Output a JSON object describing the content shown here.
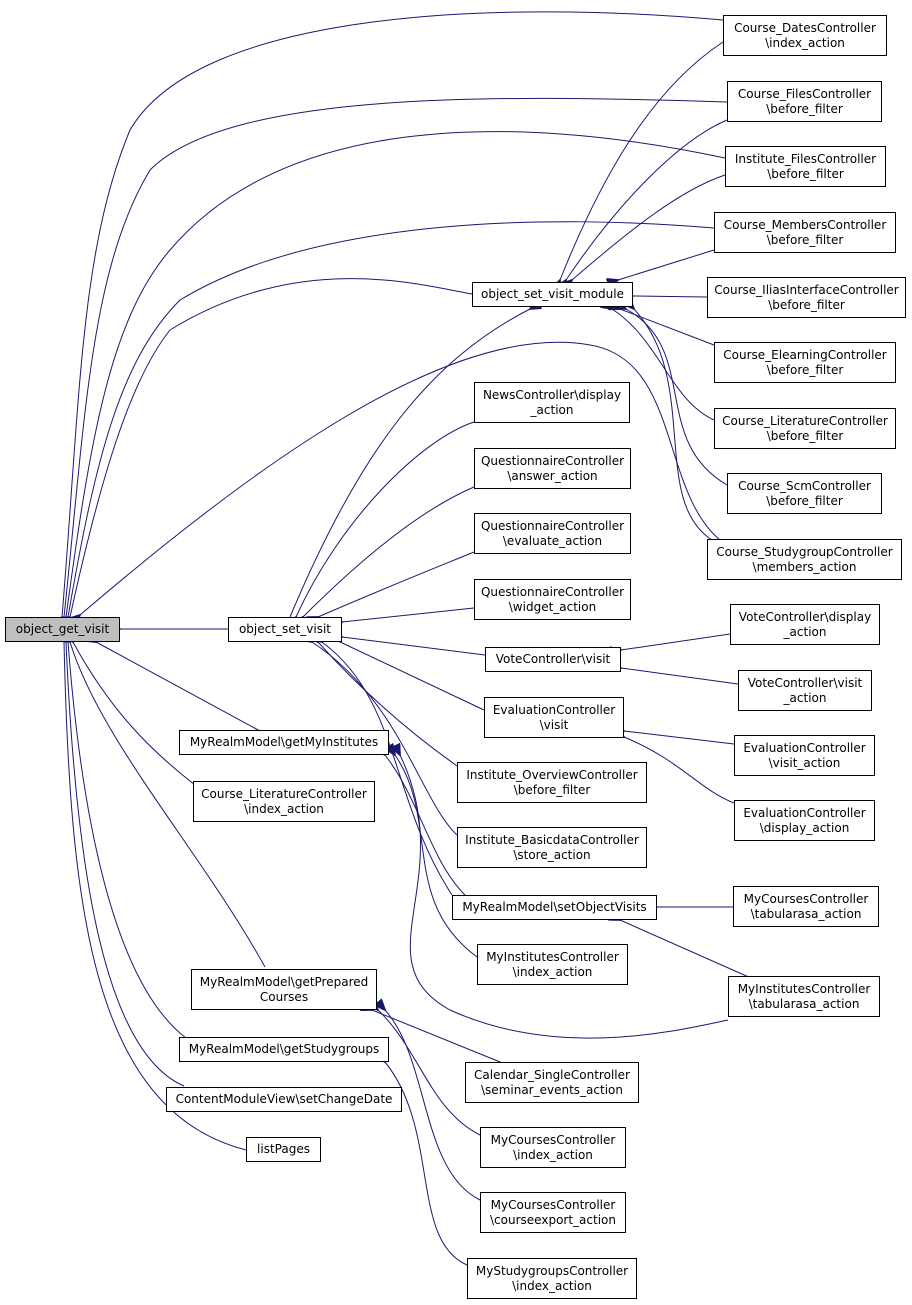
{
  "colors": {
    "edge": "#191970",
    "node_border": "#000000",
    "root_fill": "#bfbfbf",
    "node_fill": "#ffffff"
  },
  "nodes": {
    "object_get_visit": {
      "lines": [
        "object_get_visit"
      ]
    },
    "object_set_visit": {
      "lines": [
        "object_set_visit"
      ]
    },
    "object_set_visit_module": {
      "lines": [
        "object_set_visit_module"
      ]
    },
    "course_dates_index": {
      "lines": [
        "Course_DatesController",
        "\\index_action"
      ]
    },
    "course_files_before": {
      "lines": [
        "Course_FilesController",
        "\\before_filter"
      ]
    },
    "institute_files_before": {
      "lines": [
        "Institute_FilesController",
        "\\before_filter"
      ]
    },
    "course_members_before": {
      "lines": [
        "Course_MembersController",
        "\\before_filter"
      ]
    },
    "course_ilias_before": {
      "lines": [
        "Course_IliasInterfaceController",
        "\\before_filter"
      ]
    },
    "course_elearning_before": {
      "lines": [
        "Course_ElearningController",
        "\\before_filter"
      ]
    },
    "course_literature_before": {
      "lines": [
        "Course_LiteratureController",
        "\\before_filter"
      ]
    },
    "course_scm_before": {
      "lines": [
        "Course_ScmController",
        "\\before_filter"
      ]
    },
    "course_studygroup_members": {
      "lines": [
        "Course_StudygroupController",
        "\\members_action"
      ]
    },
    "news_display": {
      "lines": [
        "NewsController\\display",
        "_action"
      ]
    },
    "questionnaire_answer": {
      "lines": [
        "QuestionnaireController",
        "\\answer_action"
      ]
    },
    "questionnaire_evaluate": {
      "lines": [
        "QuestionnaireController",
        "\\evaluate_action"
      ]
    },
    "questionnaire_widget": {
      "lines": [
        "QuestionnaireController",
        "\\widget_action"
      ]
    },
    "vote_visit": {
      "lines": [
        "VoteController\\visit"
      ]
    },
    "vote_display_action": {
      "lines": [
        "VoteController\\display",
        "_action"
      ]
    },
    "vote_visit_action": {
      "lines": [
        "VoteController\\visit",
        "_action"
      ]
    },
    "evaluation_visit": {
      "lines": [
        "EvaluationController",
        "\\visit"
      ]
    },
    "evaluation_visit_action": {
      "lines": [
        "EvaluationController",
        "\\visit_action"
      ]
    },
    "evaluation_display_action": {
      "lines": [
        "EvaluationController",
        "\\display_action"
      ]
    },
    "institute_overview_before": {
      "lines": [
        "Institute_OverviewController",
        "\\before_filter"
      ]
    },
    "institute_basicdata_store": {
      "lines": [
        "Institute_BasicdataController",
        "\\store_action"
      ]
    },
    "myrealm_setobjectvisits": {
      "lines": [
        "MyRealmModel\\setObjectVisits"
      ]
    },
    "mycourses_tabularasa": {
      "lines": [
        "MyCoursesController",
        "\\tabularasa_action"
      ]
    },
    "myinstitutes_index": {
      "lines": [
        "MyInstitutesController",
        "\\index_action"
      ]
    },
    "myinstitutes_tabularasa": {
      "lines": [
        "MyInstitutesController",
        "\\tabularasa_action"
      ]
    },
    "myrealm_getmyinstitutes": {
      "lines": [
        "MyRealmModel\\getMyInstitutes"
      ]
    },
    "course_literature_index": {
      "lines": [
        "Course_LiteratureController",
        "\\index_action"
      ]
    },
    "myrealm_getpreparedcourses": {
      "lines": [
        "MyRealmModel\\getPrepared",
        "Courses"
      ]
    },
    "myrealm_getstudygroups": {
      "lines": [
        "MyRealmModel\\getStudygroups"
      ]
    },
    "contentmoduleview_setchangedate": {
      "lines": [
        "ContentModuleView\\setChangeDate"
      ]
    },
    "listpages": {
      "lines": [
        "listPages"
      ]
    },
    "calendar_single_seminar": {
      "lines": [
        "Calendar_SingleController",
        "\\seminar_events_action"
      ]
    },
    "mycourses_index": {
      "lines": [
        "MyCoursesController",
        "\\index_action"
      ]
    },
    "mycourses_courseexport": {
      "lines": [
        "MyCoursesController",
        "\\courseexport_action"
      ]
    },
    "mystudygroups_index": {
      "lines": [
        "MyStudygroupsController",
        "\\index_action"
      ]
    }
  }
}
